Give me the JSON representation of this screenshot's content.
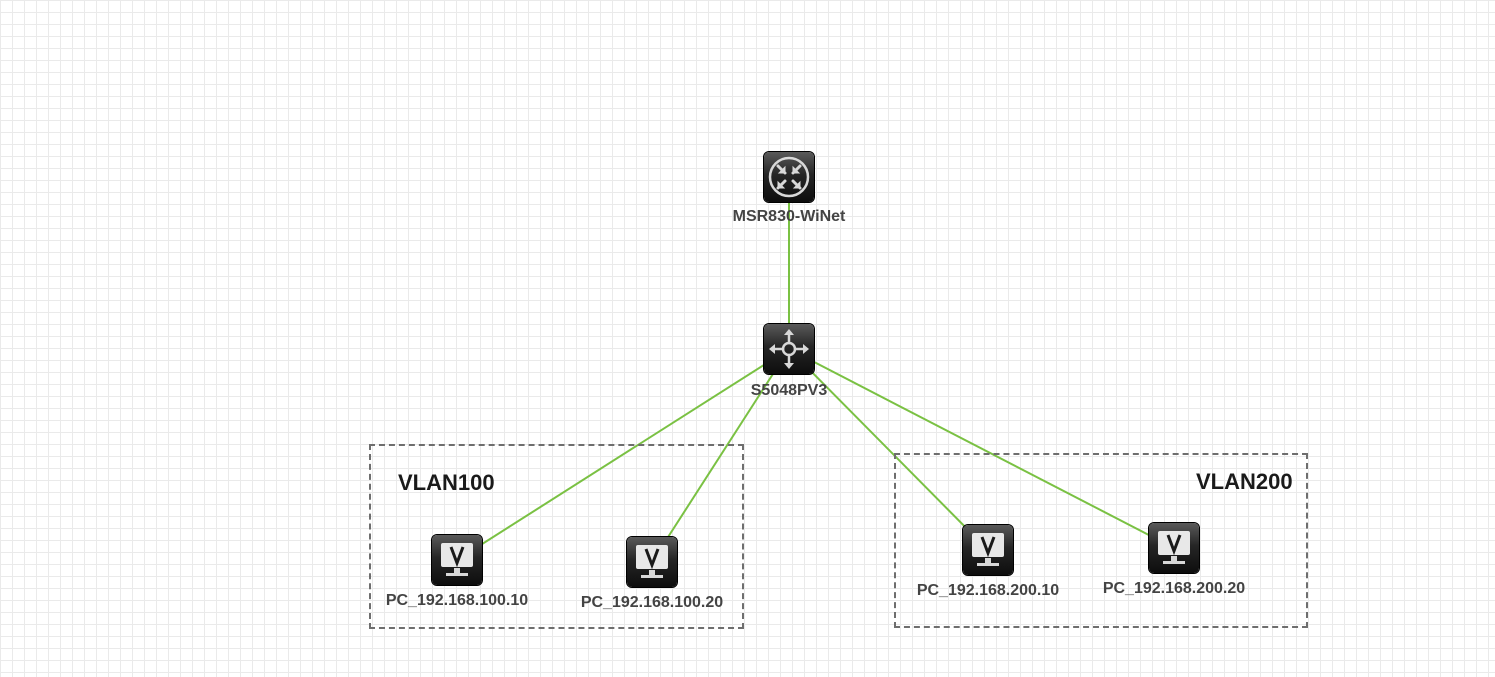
{
  "colors": {
    "link": "#7ac143",
    "device_dark": "#1a1a1a",
    "group_border": "#6e6e6e",
    "label_text": "#444444"
  },
  "groups": {
    "vlan100": {
      "label": "VLAN100"
    },
    "vlan200": {
      "label": "VLAN200"
    }
  },
  "devices": {
    "router": {
      "label": "MSR830-WiNet",
      "icon": "router-icon"
    },
    "switch": {
      "label": "S5048PV3",
      "icon": "switch-icon"
    },
    "pc1": {
      "label": "PC_192.168.100.10",
      "icon": "pc-monitor-icon"
    },
    "pc2": {
      "label": "PC_192.168.100.20",
      "icon": "pc-monitor-icon"
    },
    "pc3": {
      "label": "PC_192.168.200.10",
      "icon": "pc-monitor-icon"
    },
    "pc4": {
      "label": "PC_192.168.200.20",
      "icon": "pc-monitor-icon"
    }
  },
  "links": [
    {
      "from": "router",
      "to": "switch"
    },
    {
      "from": "switch",
      "to": "pc1"
    },
    {
      "from": "switch",
      "to": "pc2"
    },
    {
      "from": "switch",
      "to": "pc3"
    },
    {
      "from": "switch",
      "to": "pc4"
    }
  ]
}
